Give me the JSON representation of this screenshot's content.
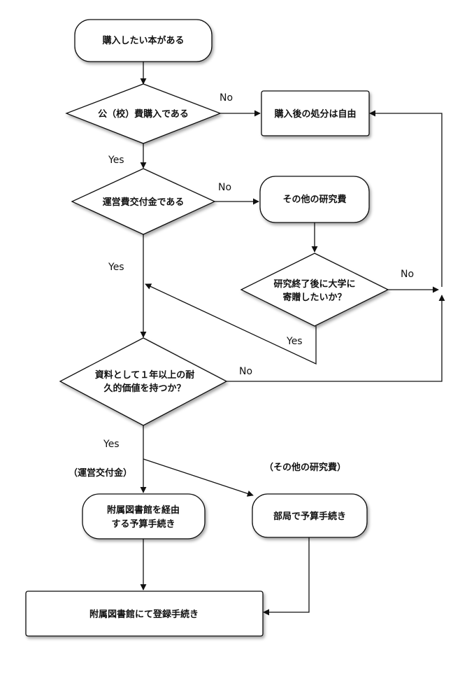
{
  "nodes": {
    "start": "購入したい本がある",
    "q_public": "公（校）費購入である",
    "free": "購入後の処分は自由",
    "q_operating": "運営費交付金である",
    "other_funds": "その他の研究費",
    "q_donate_l1": "研究終了後に大学に",
    "q_donate_l2": "寄贈したいか？",
    "q_durable_l1": "資料として１年以上の耐",
    "q_durable_l2": "久的価値を持つか？",
    "library_budget_l1": "附属図書館を経由",
    "library_budget_l2": "する予算手続き",
    "dept_budget": "部局で予算手続き",
    "final": "附属図書館にて登録手続き"
  },
  "labels": {
    "no": "No",
    "yes": "Yes",
    "operating_note": "（運営交付金）",
    "other_note": "（その他の研究費）"
  }
}
